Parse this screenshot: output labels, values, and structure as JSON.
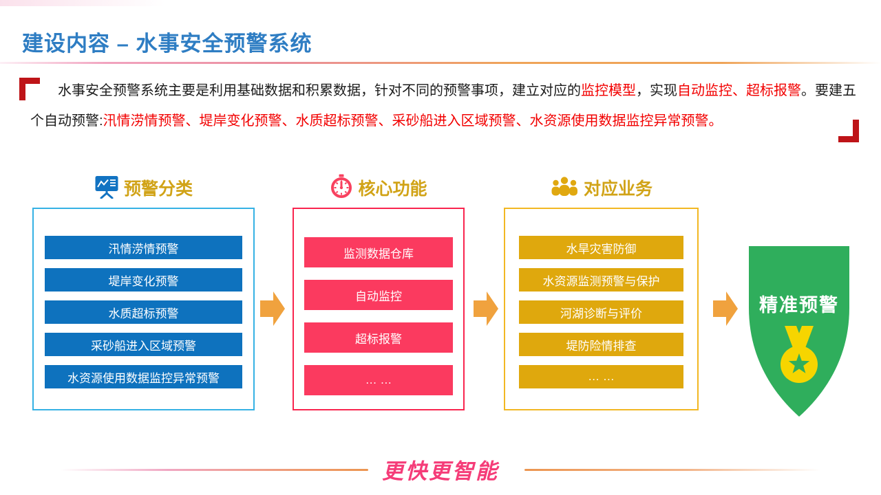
{
  "title": "建设内容 – 水事安全预警系统",
  "intro": {
    "seg_1": "水事安全预警系统主要是利用基础数据和积累数据，针对不同的预警事项，建立对应的",
    "seg_2_red": "监控模型",
    "seg_3": "，实现",
    "seg_4_red": "自动监控、超标报警",
    "seg_5": "。要建五个自动预警:",
    "seg_6_red": "汛情涝情预警、堤岸变化预警、水质超标预警、采砂船进入区域预警、水资源使用数据监控异常预警。"
  },
  "columns": [
    {
      "header": "预警分类",
      "icon": "chart-board-icon",
      "items": [
        "汛情涝情预警",
        "堤岸变化预警",
        "水质超标预警",
        "采砂船进入区域预警",
        "水资源使用数据监控异常预警"
      ]
    },
    {
      "header": "核心功能",
      "icon": "stopwatch-icon",
      "items": [
        "监测数据仓库",
        "自动监控",
        "超标报警",
        "… …"
      ]
    },
    {
      "header": "对应业务",
      "icon": "people-icon",
      "items": [
        "水旱灾害防御",
        "水资源监测预警与保护",
        "河湖诊断与评价",
        "堤防险情排查",
        "… …"
      ]
    }
  ],
  "shield": {
    "label": "精准预警"
  },
  "footer": {
    "slogan": "更快更智能"
  },
  "colors": {
    "title_blue": "#2E7DC3",
    "text_red": "#F20000",
    "bracket_red": "#BE1418",
    "header_gold": "#D1A317",
    "bar_blue": "#0E72BE",
    "border_cyan": "#35B1E4",
    "bar_pink": "#FB3A5F",
    "border_pink": "#F9244E",
    "bar_gold": "#DFA80D",
    "border_gold": "#F2B722",
    "arrow_orange": "#F0A23E",
    "shield_green": "#2FAE5C",
    "medal_gold": "#F6D500",
    "slogan_pink": "#F53C78"
  }
}
